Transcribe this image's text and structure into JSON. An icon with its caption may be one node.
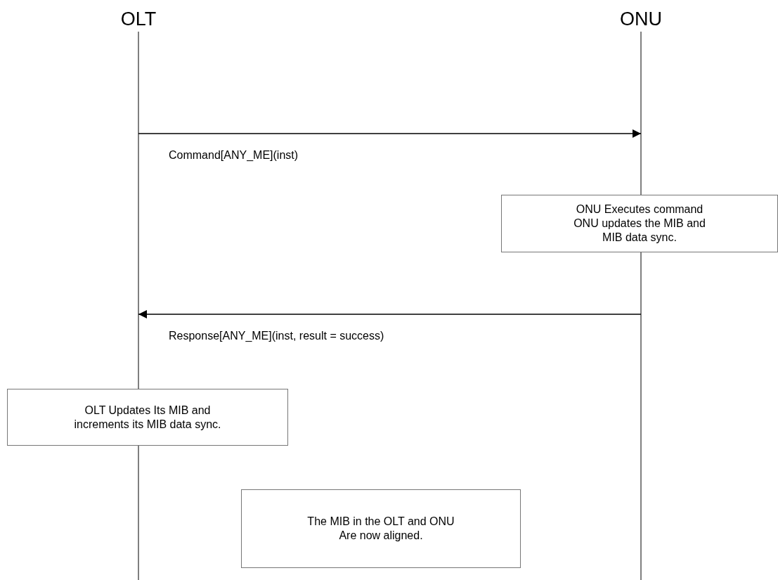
{
  "diagram": {
    "nodes": [
      {
        "text": [
          "OLT"
        ]
      },
      {
        "text": [
          "ONU"
        ]
      },
      {
        "text": [
          "ONU Executes command ONU updates the MIB and MIB data sync."
        ]
      },
      {
        "text": [
          "OLT Updates Its MIB and increments its MIB data sync."
        ]
      },
      {
        "text": [
          "The MIB in the OLT and ONU Are now aligned."
        ]
      }
    ],
    "edges": [
      {
        "from": 0,
        "to": 1,
        "arrow": "to",
        "label": "Command[ANY_ME](inst)"
      },
      {
        "from": 1,
        "to": 0,
        "arrow": "to",
        "label": "Response[ANY_ME](inst, result = success)"
      }
    ]
  }
}
